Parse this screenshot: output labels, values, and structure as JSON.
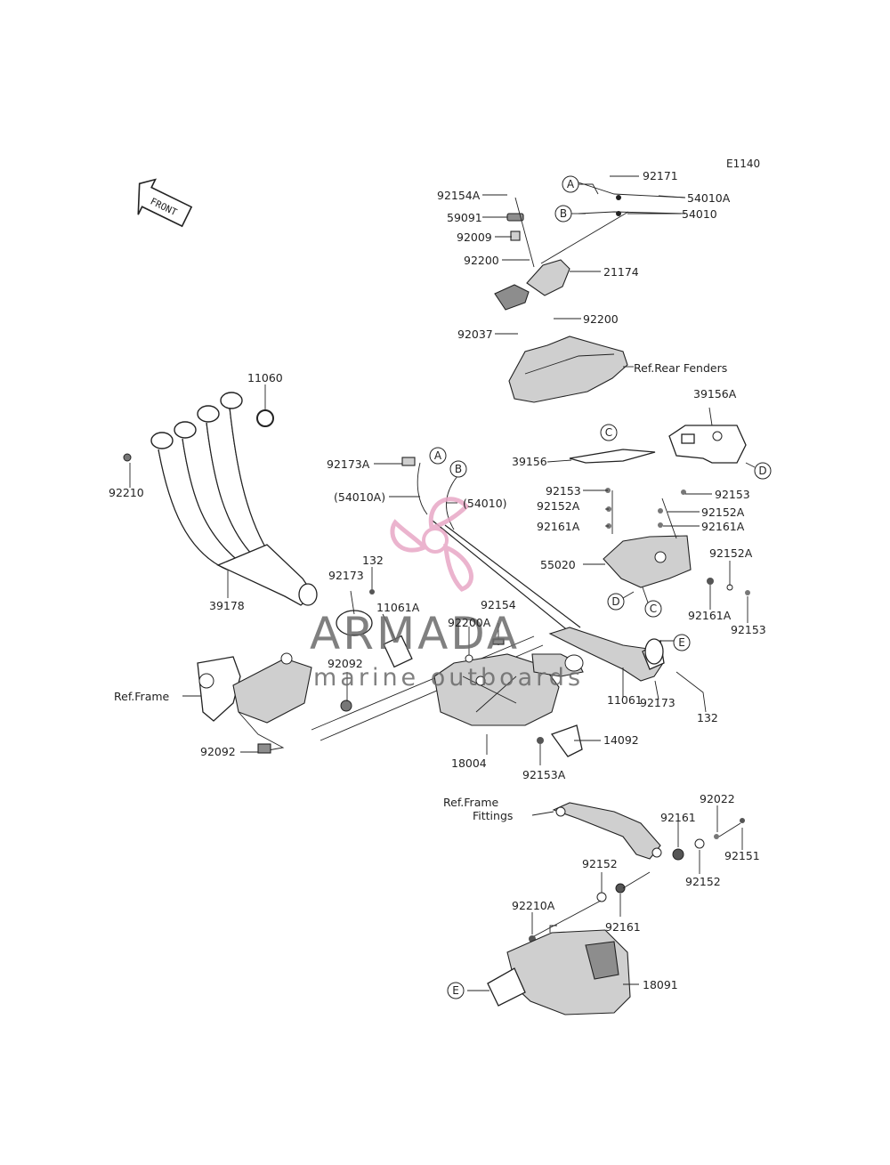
{
  "diagram_code": "E1140",
  "front_label": "FRONT",
  "watermark": {
    "brand": "ARMADA",
    "tagline": "marine outboards",
    "color": "#e8a7c6"
  },
  "part_labels": {
    "p92171": "92171",
    "p54010A": "54010A",
    "p54010": "54010",
    "p92154A": "92154A",
    "p59091": "59091",
    "p92009": "92009",
    "p92200_top": "92200",
    "p21174": "21174",
    "p92200_mid": "92200",
    "p92037": "92037",
    "ref_rear_fenders": "Ref.Rear Fenders",
    "p11060": "11060",
    "p92210": "92210",
    "p39178": "39178",
    "p92173A": "92173A",
    "p54010A_paren": "(54010A)",
    "p54010_paren": "(54010)",
    "p39156A": "39156A",
    "p39156": "39156",
    "p92153_l": "92153",
    "p92152A_l": "92152A",
    "p92161A_l": "92161A",
    "p92153_r": "92153",
    "p92152A_r": "92152A",
    "p92161A_r": "92161A",
    "p55020": "55020",
    "p92152A_b": "92152A",
    "p92161A_b": "92161A",
    "p92153_b": "92153",
    "p92173_l": "92173",
    "p132_l": "132",
    "p11061A": "11061A",
    "p92154": "92154",
    "p92200A": "92200A",
    "ref_frame": "Ref.Frame",
    "p92092_a": "92092",
    "p92092_b": "92092",
    "p11061": "11061",
    "p92173_r": "92173",
    "p132_r": "132",
    "p18004": "18004",
    "p14092": "14092",
    "p92153A": "92153A",
    "ref_frame_fittings_1": "Ref.Frame",
    "ref_frame_fittings_2": "Fittings",
    "p92022": "92022",
    "p92161": "92161",
    "p92151": "92151",
    "p92152_a": "92152",
    "p92152_b": "92152",
    "p92210A": "92210A",
    "p92161_b": "92161",
    "p18091": "18091"
  },
  "callouts": {
    "A": "A",
    "B": "B",
    "C": "C",
    "D": "D",
    "E": "E"
  }
}
